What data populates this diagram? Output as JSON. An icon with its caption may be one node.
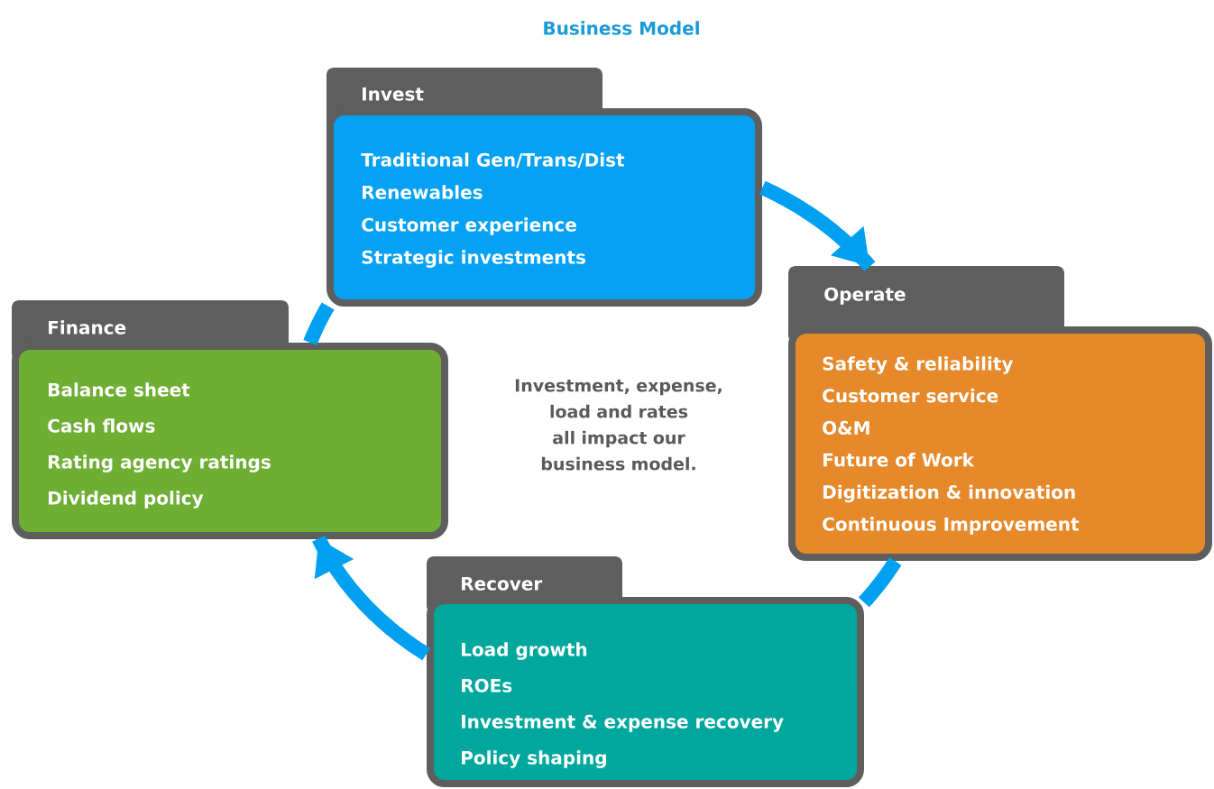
{
  "diagram": {
    "title": "Business Model",
    "nodes": [
      {
        "text": [
          "Invest",
          "Traditional Gen/Trans/Dist",
          "Renewables",
          "Customer experience",
          "Strategic investments"
        ]
      },
      {
        "text": [
          "Operate",
          "Safety & reliability",
          "Customer service",
          "O&M",
          "Future of Work",
          "Digitization & innovation",
          "Continuous Improvement"
        ]
      },
      {
        "text": [
          "Finance",
          "Balance sheet",
          "Cash flows",
          "Rating agency ratings",
          "Dividend policy"
        ]
      },
      {
        "text": [
          "Recover",
          "Load growth",
          "ROEs",
          "Investment & expense recovery",
          "Policy shaping"
        ]
      }
    ],
    "edges": [
      {
        "from": 0,
        "to": 1,
        "arrow": "to"
      },
      {
        "from": 1,
        "to": 3,
        "arrow": "none"
      },
      {
        "from": 3,
        "to": 2,
        "arrow": "to"
      },
      {
        "from": 2,
        "to": 0,
        "arrow": "none"
      }
    ],
    "labels": [
      "Investment, expense, load and rates all impact our business model."
    ]
  }
}
